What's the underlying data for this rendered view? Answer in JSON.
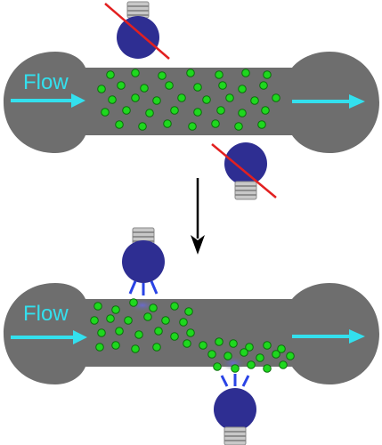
{
  "colors": {
    "channel": "#6e6e6e",
    "flow": "#33e0ee",
    "particle": "#1ed81e",
    "particle_stroke": "#0b6e0b",
    "bulb": "#2e2e92",
    "bulb_base": "#c8c8c8",
    "slash": "#e22020",
    "rays": "#2a44e6",
    "glow": "#6a6ad8",
    "arrow": "#000000"
  },
  "panel_top": {
    "flow_label": "Flow",
    "bulbs": [
      {
        "state": "off",
        "icon": "light-bulb-off-icon"
      },
      {
        "state": "off",
        "icon": "light-bulb-off-icon"
      }
    ]
  },
  "panel_bottom": {
    "flow_label": "Flow",
    "bulbs": [
      {
        "state": "on",
        "icon": "light-bulb-on-icon"
      },
      {
        "state": "on",
        "icon": "light-bulb-on-icon"
      }
    ]
  },
  "transition": {
    "icon": "down-arrow-icon"
  }
}
